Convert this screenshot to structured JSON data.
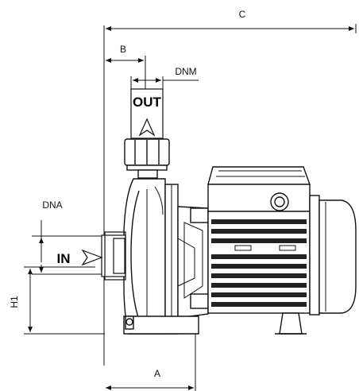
{
  "labels": {
    "c": "C",
    "b": "B",
    "dnm": "DNM",
    "out": "OUT",
    "dna": "DNA",
    "in": "IN",
    "h1": "H1",
    "a": "A"
  },
  "colors": {
    "ink": "#111111",
    "body_fill": "#ffffff",
    "motor_dark": "#222222"
  }
}
